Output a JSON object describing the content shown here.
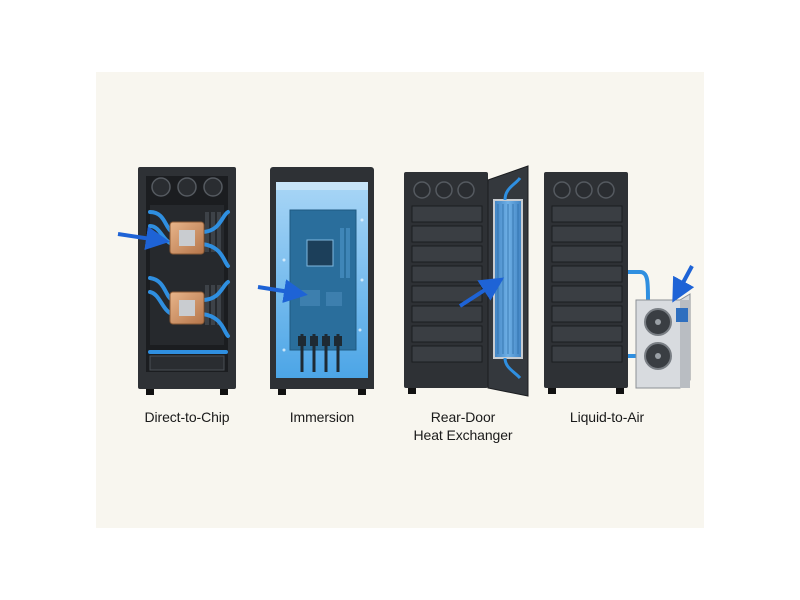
{
  "diagram": {
    "panels": [
      {
        "id": "direct-to-chip",
        "label_lines": [
          "Direct-to-Chip"
        ]
      },
      {
        "id": "immersion",
        "label_lines": [
          "Immersion"
        ]
      },
      {
        "id": "rear-door-heat-exchanger",
        "label_lines": [
          "Rear-Door",
          "Heat Exchanger"
        ]
      },
      {
        "id": "liquid-to-air",
        "label_lines": [
          "Liquid-to-Air"
        ]
      }
    ]
  },
  "colors": {
    "background": "#f8f6ef",
    "rack_body": "#2e3135",
    "rack_dark": "#1b1d20",
    "server_unit": "#3a3e43",
    "coolant_blue": "#2f8fe0",
    "tank_liquid": "#8fc9f2",
    "pointer_arrow": "#1e63d6",
    "copper_block": "#d39a6a",
    "cdu_unit": "#d8dbdf"
  }
}
